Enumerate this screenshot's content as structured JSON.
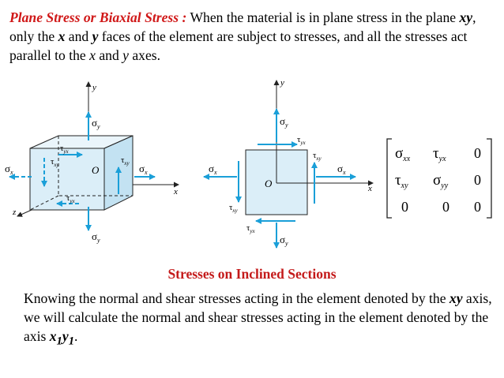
{
  "intro": {
    "title": "Plane Stress or Biaxial Stress :",
    "t1": " When the material is in plane stress in the plane ",
    "xy": "xy",
    "t2": ", only the ",
    "x": "x",
    "t3": " and ",
    "y": "y",
    "t4": " faces of the element are subject to stresses, and all the stresses act parallel to the ",
    "x2": "x",
    "t5": " and ",
    "y2": "y",
    "t6": " axes."
  },
  "figure": {
    "sigma": "σ",
    "tau": "τ",
    "sub_x": "x",
    "sub_y": "y",
    "sub_xy": "xy",
    "sub_yx": "yx",
    "axis_x": "x",
    "axis_y": "y",
    "axis_z": "z",
    "origin": "O",
    "matrix": {
      "r1": {
        "c1": "σ",
        "s1": "xx",
        "c2": "τ",
        "s2": "yx",
        "c3": "0"
      },
      "r2": {
        "c1": "τ",
        "s1": "xy",
        "c2": "σ",
        "s2": "yy",
        "c3": "0"
      },
      "r3": {
        "c1": "0",
        "c2": "0",
        "c3": "0"
      }
    },
    "colors": {
      "arrow": "#1a9fd8",
      "cube_fill": "#dbeef8",
      "cube_side": "#c3e2f2",
      "cube_top": "#eaf5fb",
      "line": "#222222"
    }
  },
  "section_title": "Stresses on Inclined Sections",
  "para": {
    "t1": "Knowing the normal and shear stresses acting in the element denoted by the ",
    "xy": "xy",
    "t2": " axis, we will calculate the normal and shear stresses acting in the element denoted by the axis ",
    "x1": "x",
    "one_a": "1",
    "y1": "y",
    "one_b": "1",
    "t3": "."
  }
}
